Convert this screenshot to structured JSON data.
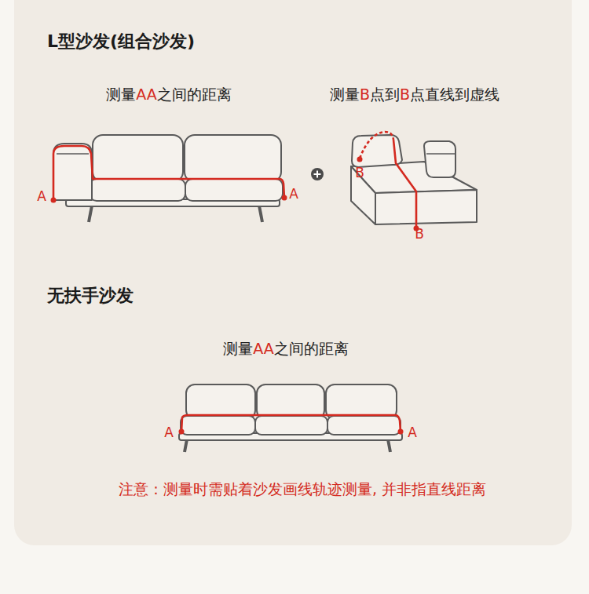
{
  "diagram": {
    "labels": [
      "L型沙发(组合沙发)",
      "测量AA之间的距离",
      "测量B点到B点直线到虚线",
      "A",
      "A",
      "B",
      "B",
      "无扶手沙发",
      "测量AA之间的距离",
      "A",
      "A",
      "注意：测量时需贴着沙发画线轨迹测量, 并非指直线距离"
    ]
  }
}
